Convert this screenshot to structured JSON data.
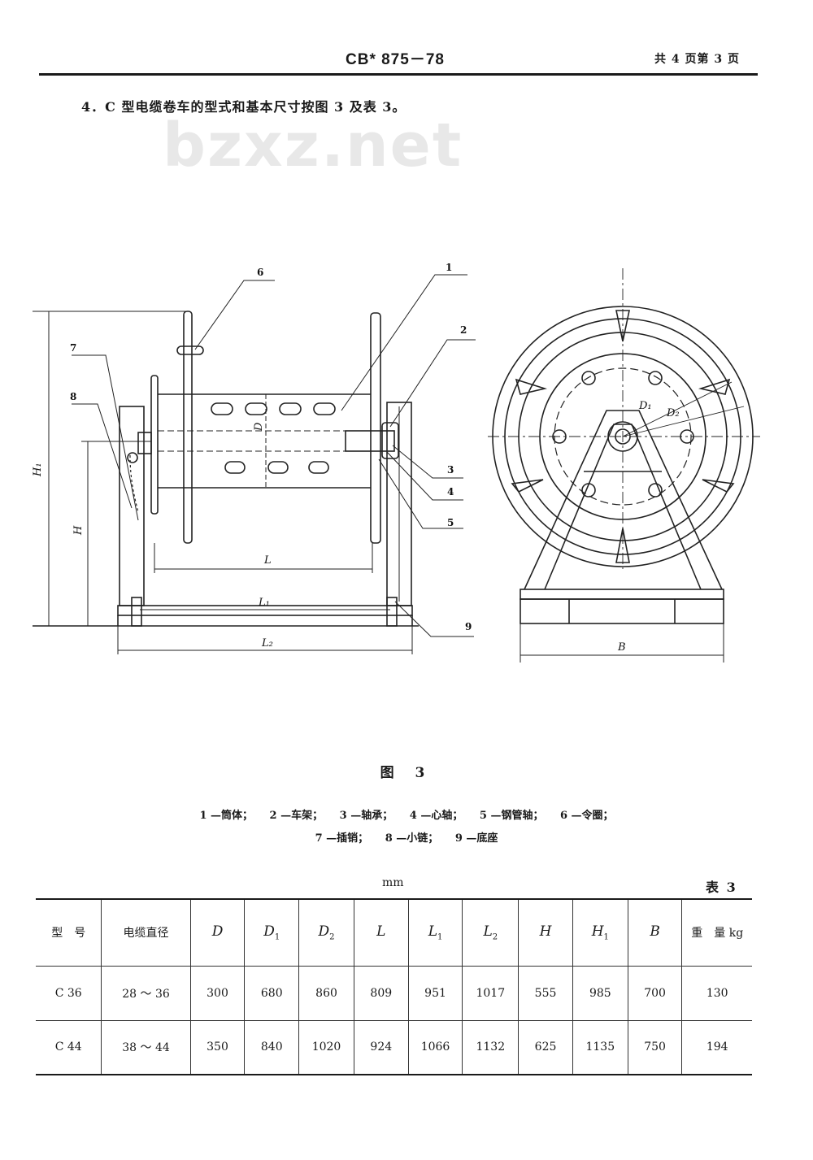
{
  "header": {
    "standard_code": "CB* 875－78",
    "page_info": "共 4 页第 3 页"
  },
  "intro": "4．C 型电缆卷车的型式和基本尺寸按图 3 及表 3。",
  "watermark": "bzxz.net",
  "figure": {
    "caption": "图 3",
    "callouts": [
      "1",
      "2",
      "3",
      "4",
      "5",
      "6",
      "7",
      "8",
      "9"
    ],
    "dims": {
      "H1": "H₁",
      "H": "H",
      "L": "L",
      "L1": "L₁",
      "L2": "L₂",
      "B": "B",
      "D": "D",
      "D1": "D₁",
      "D2": "D₂"
    },
    "legend_line1": [
      "1 —筒体；",
      "2 —车架；",
      "3 —轴承；",
      "4 —心轴；",
      "5 —钢管轴；",
      "6 —令圈；"
    ],
    "legend_line2": [
      "7 —插销；",
      "8 —小链；",
      "9 —底座"
    ]
  },
  "table": {
    "unit": "mm",
    "label": "表 3",
    "headers": [
      {
        "main": "型　号"
      },
      {
        "main": "电缆直径"
      },
      {
        "main": "D",
        "sub": ""
      },
      {
        "main": "D",
        "sub": "1"
      },
      {
        "main": "D",
        "sub": "2"
      },
      {
        "main": "L",
        "sub": ""
      },
      {
        "main": "L",
        "sub": "1"
      },
      {
        "main": "L",
        "sub": "2"
      },
      {
        "main": "H",
        "sub": ""
      },
      {
        "main": "H",
        "sub": "1"
      },
      {
        "main": "B",
        "sub": ""
      },
      {
        "main": "重　量 kg"
      }
    ],
    "rows": [
      [
        "C 36",
        "28 ～ 36",
        "300",
        "680",
        "860",
        "809",
        "951",
        "1017",
        "555",
        "985",
        "700",
        "130"
      ],
      [
        "C 44",
        "38 ～ 44",
        "350",
        "840",
        "1020",
        "924",
        "1066",
        "1132",
        "625",
        "1135",
        "750",
        "194"
      ]
    ]
  }
}
